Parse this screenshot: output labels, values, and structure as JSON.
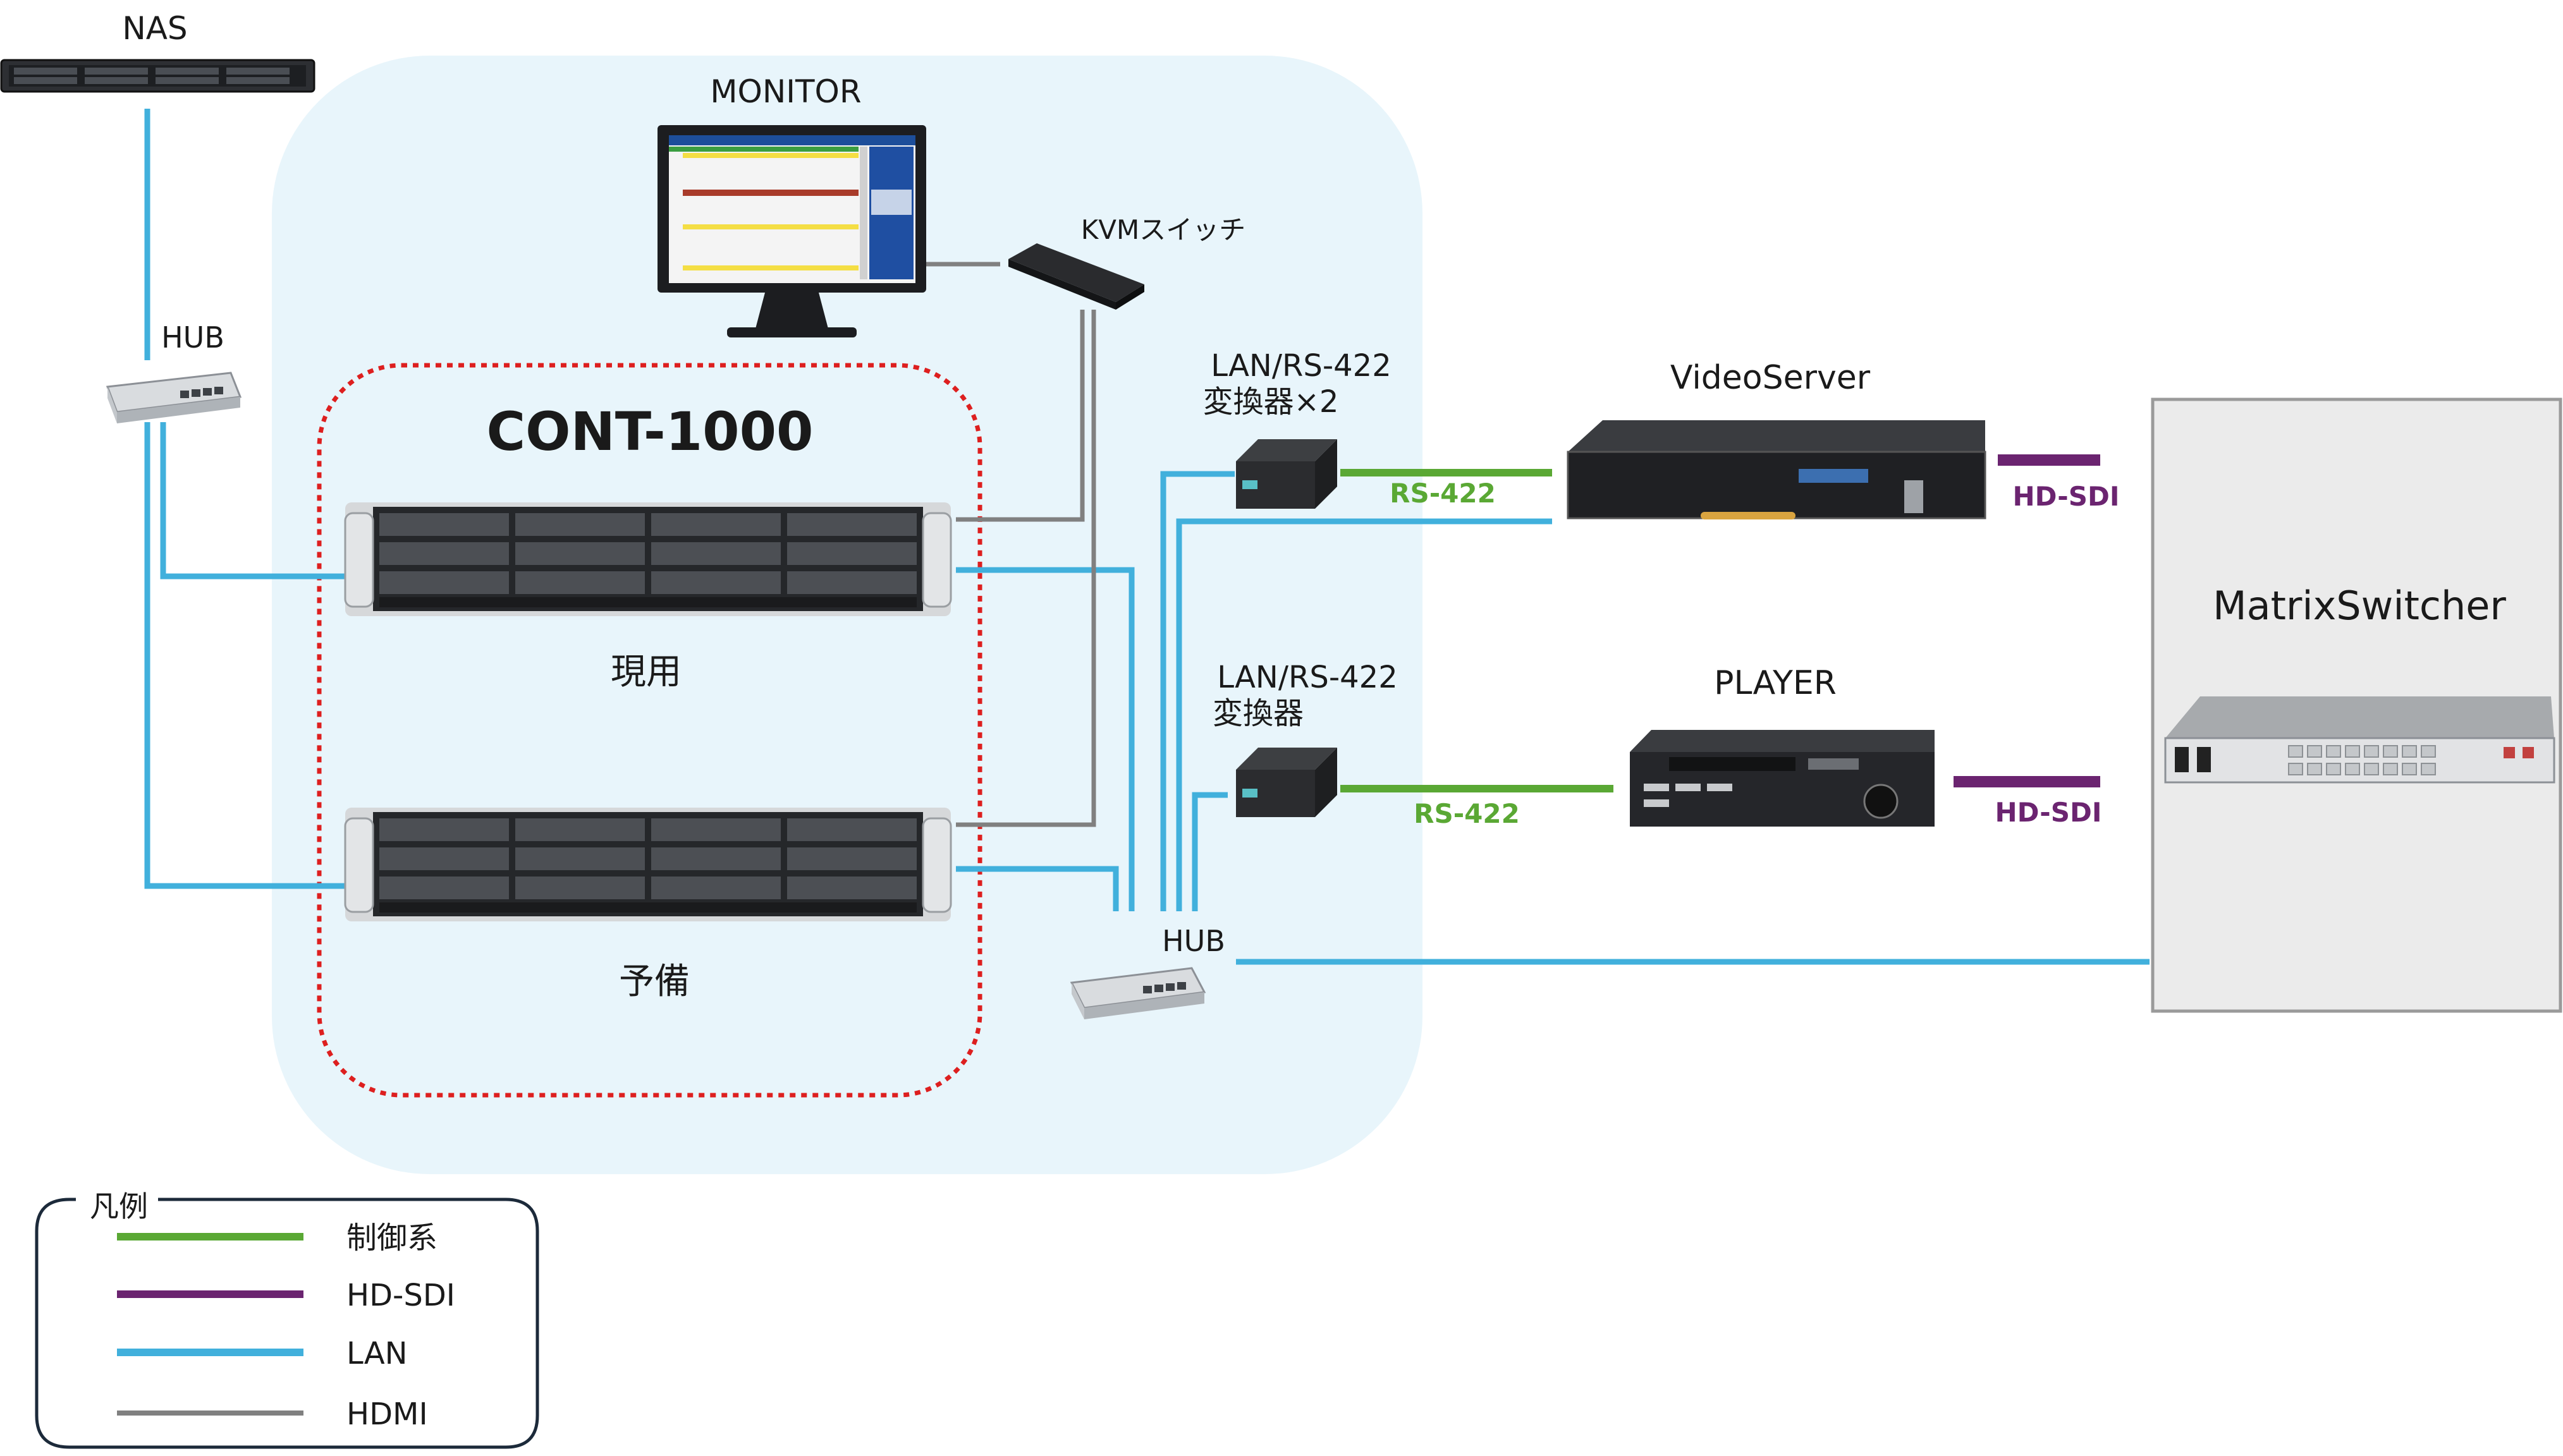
{
  "labels": {
    "nas": "NAS",
    "hub_left": "HUB",
    "monitor": "MONITOR",
    "kvm": "KVMスイッチ",
    "cont_title": "CONT-1000",
    "active": "現用",
    "standby": "予備",
    "converter_double_line1": "LAN/RS-422",
    "converter_double_line2": "変換器×2",
    "converter_single_line1": "LAN/RS-422",
    "converter_single_line2": "変換器",
    "hub_center": "HUB",
    "videoserver": "VideoServer",
    "player": "PLAYER",
    "matrix": "MatrixSwitcher",
    "rs422_top": "RS-422",
    "rs422_bottom": "RS-422",
    "hdsdi_top": "HD-SDI",
    "hdsdi_bottom": "HD-SDI"
  },
  "legend": {
    "title": "凡例",
    "items": [
      {
        "label": "制御系",
        "color": "#5aa834"
      },
      {
        "label": "HD-SDI",
        "color": "#6b2470"
      },
      {
        "label": "LAN",
        "color": "#41b0dc"
      },
      {
        "label": "HDMI",
        "color": "#808080"
      }
    ]
  },
  "colors": {
    "control": "#5aa834",
    "hdsdi": "#6b2470",
    "lan": "#41b0dc",
    "hdmi": "#808080",
    "zone": "#e8f5fb",
    "redundancy_border": "#dd1f1f"
  }
}
